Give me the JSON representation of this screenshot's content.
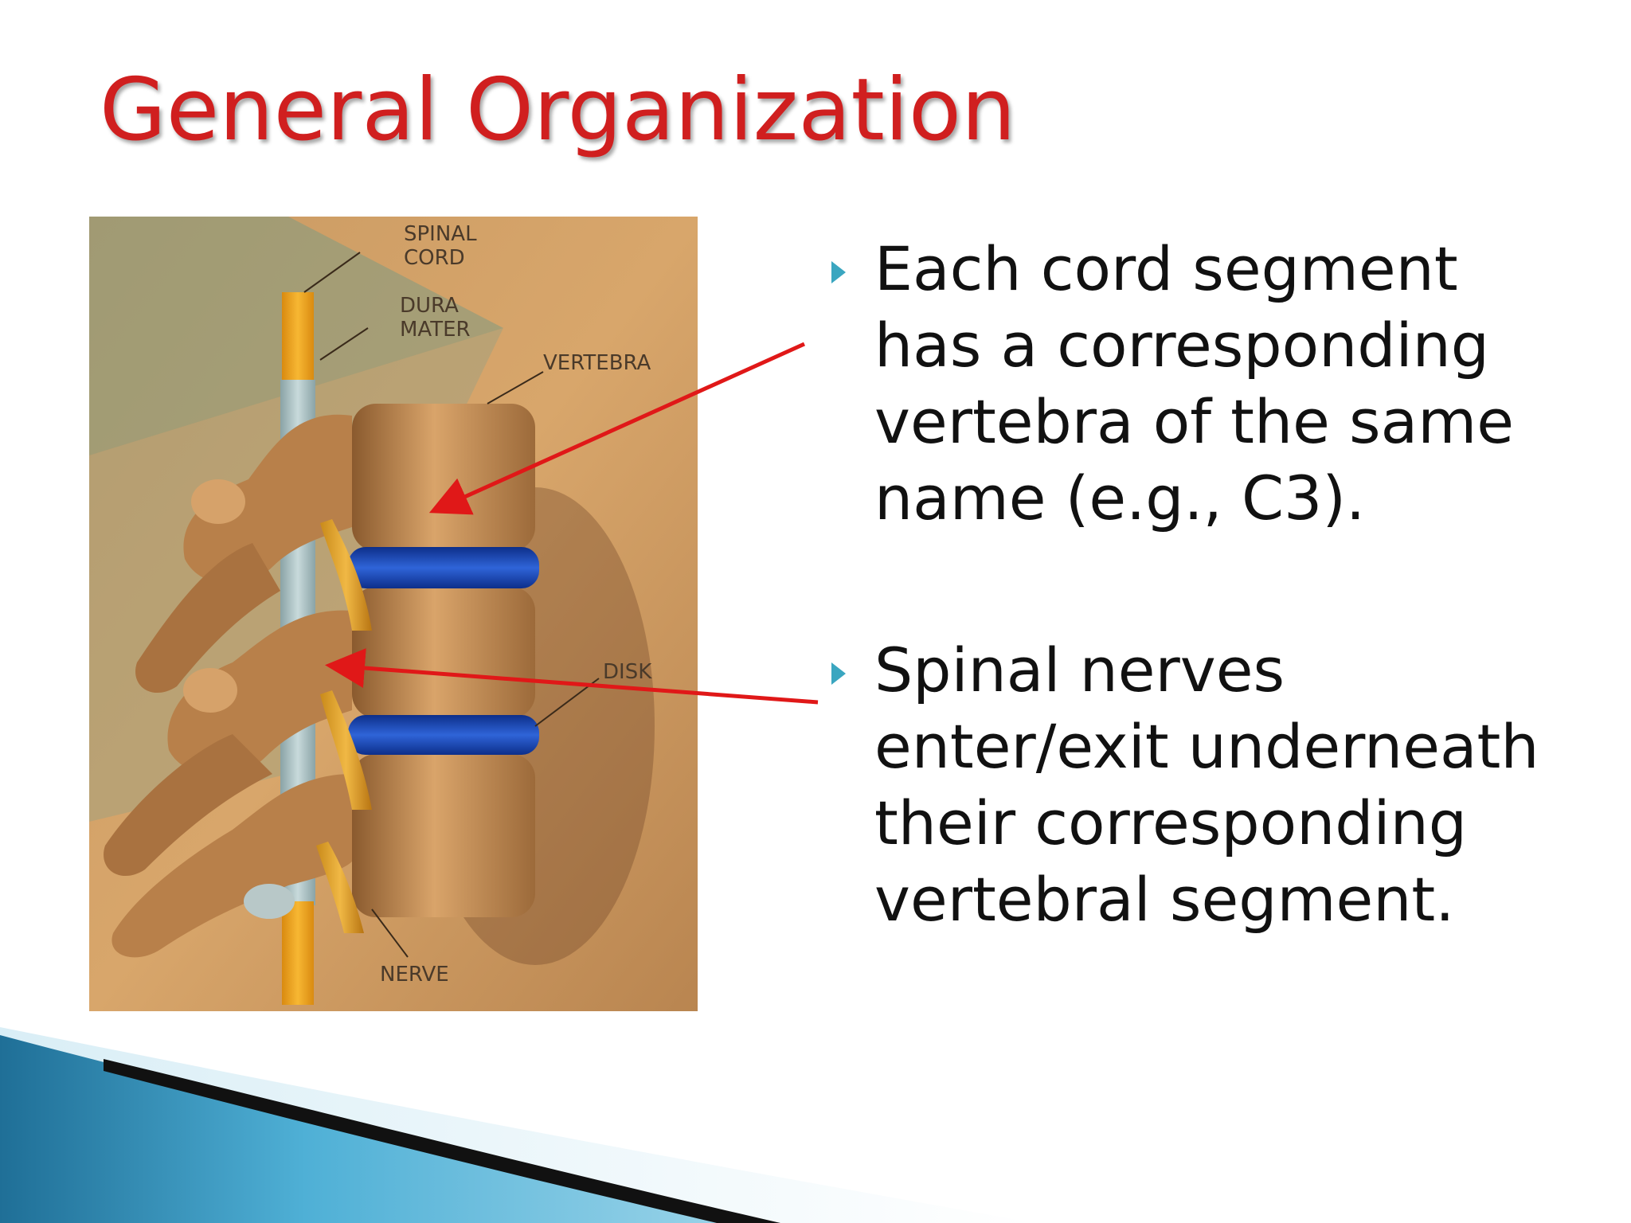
{
  "slide": {
    "title": "General Organization",
    "figure_labels": {
      "spinal": "SPINAL",
      "cord": "CORD",
      "dura": "DURA",
      "mater": "MATER",
      "vertebra": "VERTEBRA",
      "disk": "DISK",
      "nerve": "NERVE"
    },
    "bullets": [
      "Each cord segment has a corresponding vertebra of the same name (e.g., C3).",
      "Spinal nerves enter/exit underneath their corresponding vertebral segment."
    ],
    "colors": {
      "title": "#d01f1f",
      "bullet_marker": "#3aa6c0",
      "arrow": "#e01818",
      "swoosh_blue": "#2e8fb8",
      "swoosh_dark": "#111111"
    },
    "icons": {
      "bullet": "triangle-right-icon",
      "callout": "red-arrow-icon"
    }
  }
}
